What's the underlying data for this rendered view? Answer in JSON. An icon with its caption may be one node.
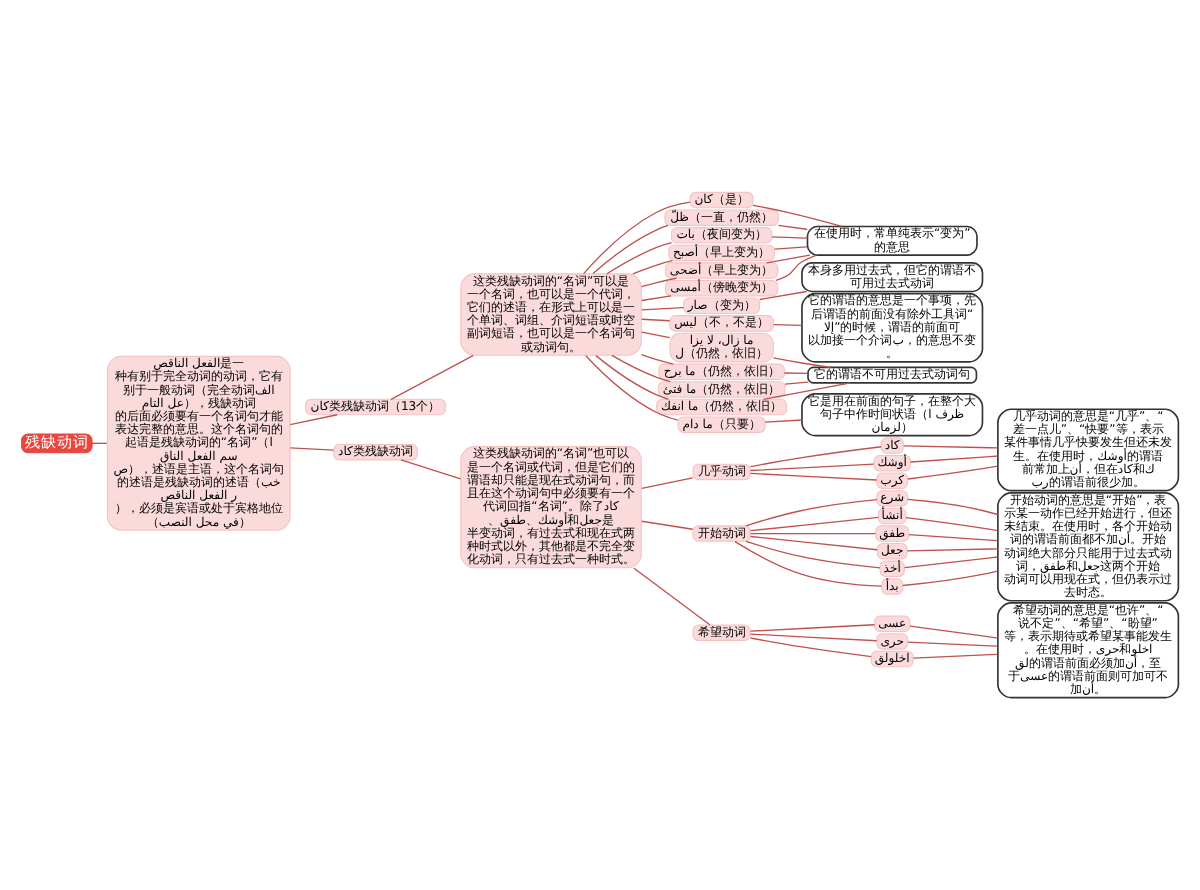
{
  "diagram": {
    "nodes": [
      {
        "text": [
          "残缺动词"
        ]
      },
      {
        "text": [
          "الفعل الناقص是一种有别于完全动词的动词，它有别于一般动词（完全动词الفعل التام），残缺动词的后面必须要有一个名词句才能表达完整的意思。这个名词句的起语是残缺动词的“名词”（اسم الفعل الناقص），述语是主语，这个名词句的述语是残缺动词的述语（خبر الفعل الناقص），必须是宾语或处于宾格地位（في محل النصب）"
        ]
      },
      {
        "text": [
          "كان类残缺动词（13个）"
        ]
      },
      {
        "text": [
          "这类残缺动词的“名词”可以是一个名词，也可以是一个代词，它们的述语，在形式上可以是一个单词、词组、介词短语或时空副词短语，也可以是一个名词句或动词句。"
        ]
      },
      {
        "text": [
          "كان（是）"
        ]
      },
      {
        "text": [
          "ظلّ（一直，仍然）"
        ]
      },
      {
        "text": [
          "بات（夜间变为）"
        ]
      },
      {
        "text": [
          "أصبح（早上变为）"
        ]
      },
      {
        "text": [
          "أضحى（早上变为）"
        ]
      },
      {
        "text": [
          "أمسى（傍晚变为）"
        ]
      },
      {
        "text": [
          "在使用时，常单纯表示“变为”的意思"
        ]
      },
      {
        "text": [
          "صار（变为）"
        ]
      },
      {
        "text": [
          "本身多用过去式，但它的谓语不可用过去式动词"
        ]
      },
      {
        "text": [
          "ليس（不，不是）"
        ]
      },
      {
        "text": [
          "它的谓语的意思是一个事项，先后谓语的前面没有除外工具词“إلا”的时候，谓语的前面可以加接一个介词ب，的意思不变。"
        ]
      },
      {
        "text": [
          "ما زال، لا يزال（仍然，依旧）"
        ]
      },
      {
        "text": [
          "ما برح（仍然，依旧）"
        ]
      },
      {
        "text": [
          "ما فتئ（仍然，依旧）"
        ]
      },
      {
        "text": [
          "ما انفك（仍然，依旧）"
        ]
      },
      {
        "text": [
          "它的谓语不可用过去式动词句"
        ]
      },
      {
        "text": [
          "ما دام（只要）"
        ]
      },
      {
        "text": [
          "它是用在前面的句子，在整个大句子中作时间状语（ظرف الزمان）"
        ]
      },
      {
        "text": [
          "كاد类残缺动词"
        ]
      },
      {
        "text": [
          "这类残缺动词的“名词”也可以是一个名词或代词，但是它们的谓语却只能是现在式动词句，而且在这个动词句中必须要有一个代词回指“名词”。除了كاد、أوشك、طفق和جعل是半变动词，有过去式和现在式两种时式以外，其他都是不完全变化动词，只有过去式一种时式。"
        ]
      },
      {
        "text": [
          "几乎动词"
        ]
      },
      {
        "text": [
          "كاد"
        ]
      },
      {
        "text": [
          "أوشك"
        ]
      },
      {
        "text": [
          "كرب"
        ]
      },
      {
        "text": [
          "几乎动词的意思是“几乎”、“差一点儿”、“快要”等，表示某件事情几乎快要发生但还未发生。在使用时，أوشك的谓语前常加上أن，但在كاد和كرب的谓语前很少加。"
        ]
      },
      {
        "text": [
          "开始动词"
        ]
      },
      {
        "text": [
          "شرع"
        ]
      },
      {
        "text": [
          "أنشأ"
        ]
      },
      {
        "text": [
          "طفق"
        ]
      },
      {
        "text": [
          "جعل"
        ]
      },
      {
        "text": [
          "أخذ"
        ]
      },
      {
        "text": [
          "بدأ"
        ]
      },
      {
        "text": [
          "开始动词的意思是“开始”，表示某一动作已经开始进行，但还未结束。在使用时，各个开始动词的谓语前面都不加أن。开始动词绝大部分只能用于过去式动词，طفق和جعل这两个开始动词可以用现在式，但仍表示过去时态。"
        ]
      },
      {
        "text": [
          "希望动词"
        ]
      },
      {
        "text": [
          "عسى"
        ]
      },
      {
        "text": [
          "حرى"
        ]
      },
      {
        "text": [
          "اخلولق"
        ]
      },
      {
        "text": [
          "希望动词的意思是“也许”、“说不定”、“希望”、“盼望”等，表示期待或希望某事能发生。在使用时，حرى和اخلولق的谓语前面必须加أن，至于عسى的谓语前面则可加可不加أن。"
        ]
      }
    ],
    "edges": [
      {
        "from": 0,
        "to": 1,
        "arrow": "none"
      },
      {
        "from": 1,
        "to": 2,
        "arrow": "none"
      },
      {
        "from": 1,
        "to": 22,
        "arrow": "none"
      },
      {
        "from": 2,
        "to": 3,
        "arrow": "none"
      },
      {
        "from": 3,
        "to": 4,
        "arrow": "none"
      },
      {
        "from": 3,
        "to": 5,
        "arrow": "none"
      },
      {
        "from": 3,
        "to": 6,
        "arrow": "none"
      },
      {
        "from": 3,
        "to": 7,
        "arrow": "none"
      },
      {
        "from": 3,
        "to": 8,
        "arrow": "none"
      },
      {
        "from": 3,
        "to": 9,
        "arrow": "none"
      },
      {
        "from": 3,
        "to": 11,
        "arrow": "none"
      },
      {
        "from": 3,
        "to": 13,
        "arrow": "none"
      },
      {
        "from": 3,
        "to": 15,
        "arrow": "none"
      },
      {
        "from": 3,
        "to": 16,
        "arrow": "none"
      },
      {
        "from": 3,
        "to": 17,
        "arrow": "none"
      },
      {
        "from": 3,
        "to": 18,
        "arrow": "none"
      },
      {
        "from": 3,
        "to": 20,
        "arrow": "none"
      },
      {
        "from": 4,
        "to": 10,
        "arrow": "none"
      },
      {
        "from": 5,
        "to": 10,
        "arrow": "none"
      },
      {
        "from": 6,
        "to": 10,
        "arrow": "none"
      },
      {
        "from": 7,
        "to": 10,
        "arrow": "none"
      },
      {
        "from": 8,
        "to": 10,
        "arrow": "none"
      },
      {
        "from": 9,
        "to": 10,
        "arrow": "none"
      },
      {
        "from": 11,
        "to": 12,
        "arrow": "none"
      },
      {
        "from": 13,
        "to": 14,
        "arrow": "none"
      },
      {
        "from": 15,
        "to": 19,
        "arrow": "none"
      },
      {
        "from": 16,
        "to": 19,
        "arrow": "none"
      },
      {
        "from": 17,
        "to": 19,
        "arrow": "none"
      },
      {
        "from": 18,
        "to": 19,
        "arrow": "none"
      },
      {
        "from": 20,
        "to": 21,
        "arrow": "none"
      },
      {
        "from": 22,
        "to": 23,
        "arrow": "none"
      },
      {
        "from": 23,
        "to": 24,
        "arrow": "none"
      },
      {
        "from": 23,
        "to": 29,
        "arrow": "none"
      },
      {
        "from": 23,
        "to": 37,
        "arrow": "none"
      },
      {
        "from": 24,
        "to": 25,
        "arrow": "none"
      },
      {
        "from": 24,
        "to": 26,
        "arrow": "none"
      },
      {
        "from": 24,
        "to": 27,
        "arrow": "none"
      },
      {
        "from": 25,
        "to": 28,
        "arrow": "none"
      },
      {
        "from": 26,
        "to": 28,
        "arrow": "none"
      },
      {
        "from": 27,
        "to": 28,
        "arrow": "none"
      },
      {
        "from": 29,
        "to": 30,
        "arrow": "none"
      },
      {
        "from": 29,
        "to": 31,
        "arrow": "none"
      },
      {
        "from": 29,
        "to": 32,
        "arrow": "none"
      },
      {
        "from": 29,
        "to": 33,
        "arrow": "none"
      },
      {
        "from": 29,
        "to": 34,
        "arrow": "none"
      },
      {
        "from": 29,
        "to": 35,
        "arrow": "none"
      },
      {
        "from": 30,
        "to": 36,
        "arrow": "none"
      },
      {
        "from": 31,
        "to": 36,
        "arrow": "none"
      },
      {
        "from": 32,
        "to": 36,
        "arrow": "none"
      },
      {
        "from": 33,
        "to": 36,
        "arrow": "none"
      },
      {
        "from": 34,
        "to": 36,
        "arrow": "none"
      },
      {
        "from": 35,
        "to": 36,
        "arrow": "none"
      },
      {
        "from": 37,
        "to": 38,
        "arrow": "none"
      },
      {
        "from": 37,
        "to": 39,
        "arrow": "none"
      },
      {
        "from": 37,
        "to": 40,
        "arrow": "none"
      },
      {
        "from": 38,
        "to": 41,
        "arrow": "none"
      },
      {
        "from": 39,
        "to": 41,
        "arrow": "none"
      },
      {
        "from": 40,
        "to": 41,
        "arrow": "none"
      }
    ]
  }
}
